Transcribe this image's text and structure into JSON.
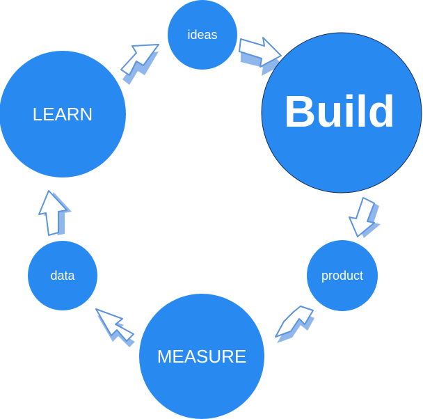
{
  "colors": {
    "node_fill": "#2889f1",
    "node_outline": "#1a2a4a",
    "arrow_outline": "#5b93df",
    "arrow_shade": "#8fb7ec",
    "label": "#ffffff"
  },
  "nodes": {
    "ideas": "ideas",
    "build": "Build",
    "product": "product",
    "measure": "MEASURE",
    "data": "data",
    "learn": "LEARN"
  },
  "arrows": [
    "arrow-right-icon",
    "arrow-down-icon",
    "arrow-left-icon",
    "arrow-left-icon",
    "arrow-up-icon",
    "arrow-up-right-icon"
  ]
}
